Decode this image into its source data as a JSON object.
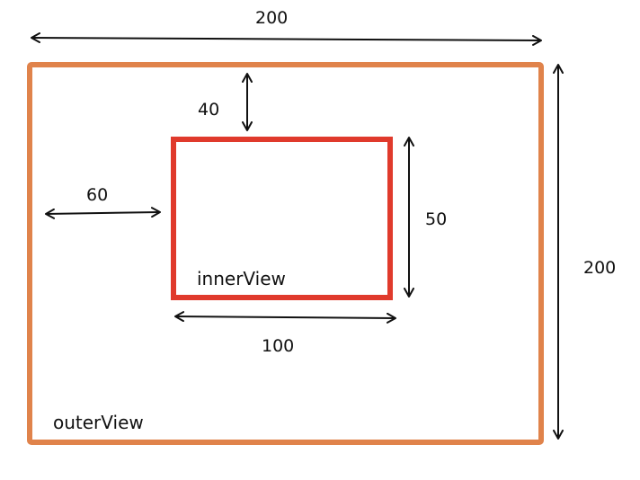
{
  "colors": {
    "outer_border": "#E0834B",
    "inner_border": "#E03A2C",
    "arrow": "#111111",
    "text": "#111111",
    "background": "#FFFFFF"
  },
  "labels": {
    "outer_view": "outerView",
    "inner_view": "innerView"
  },
  "dimensions": {
    "outer_width": "200",
    "outer_height": "200",
    "inner_width": "100",
    "inner_height": "50",
    "top_offset": "40",
    "left_offset": "60"
  }
}
